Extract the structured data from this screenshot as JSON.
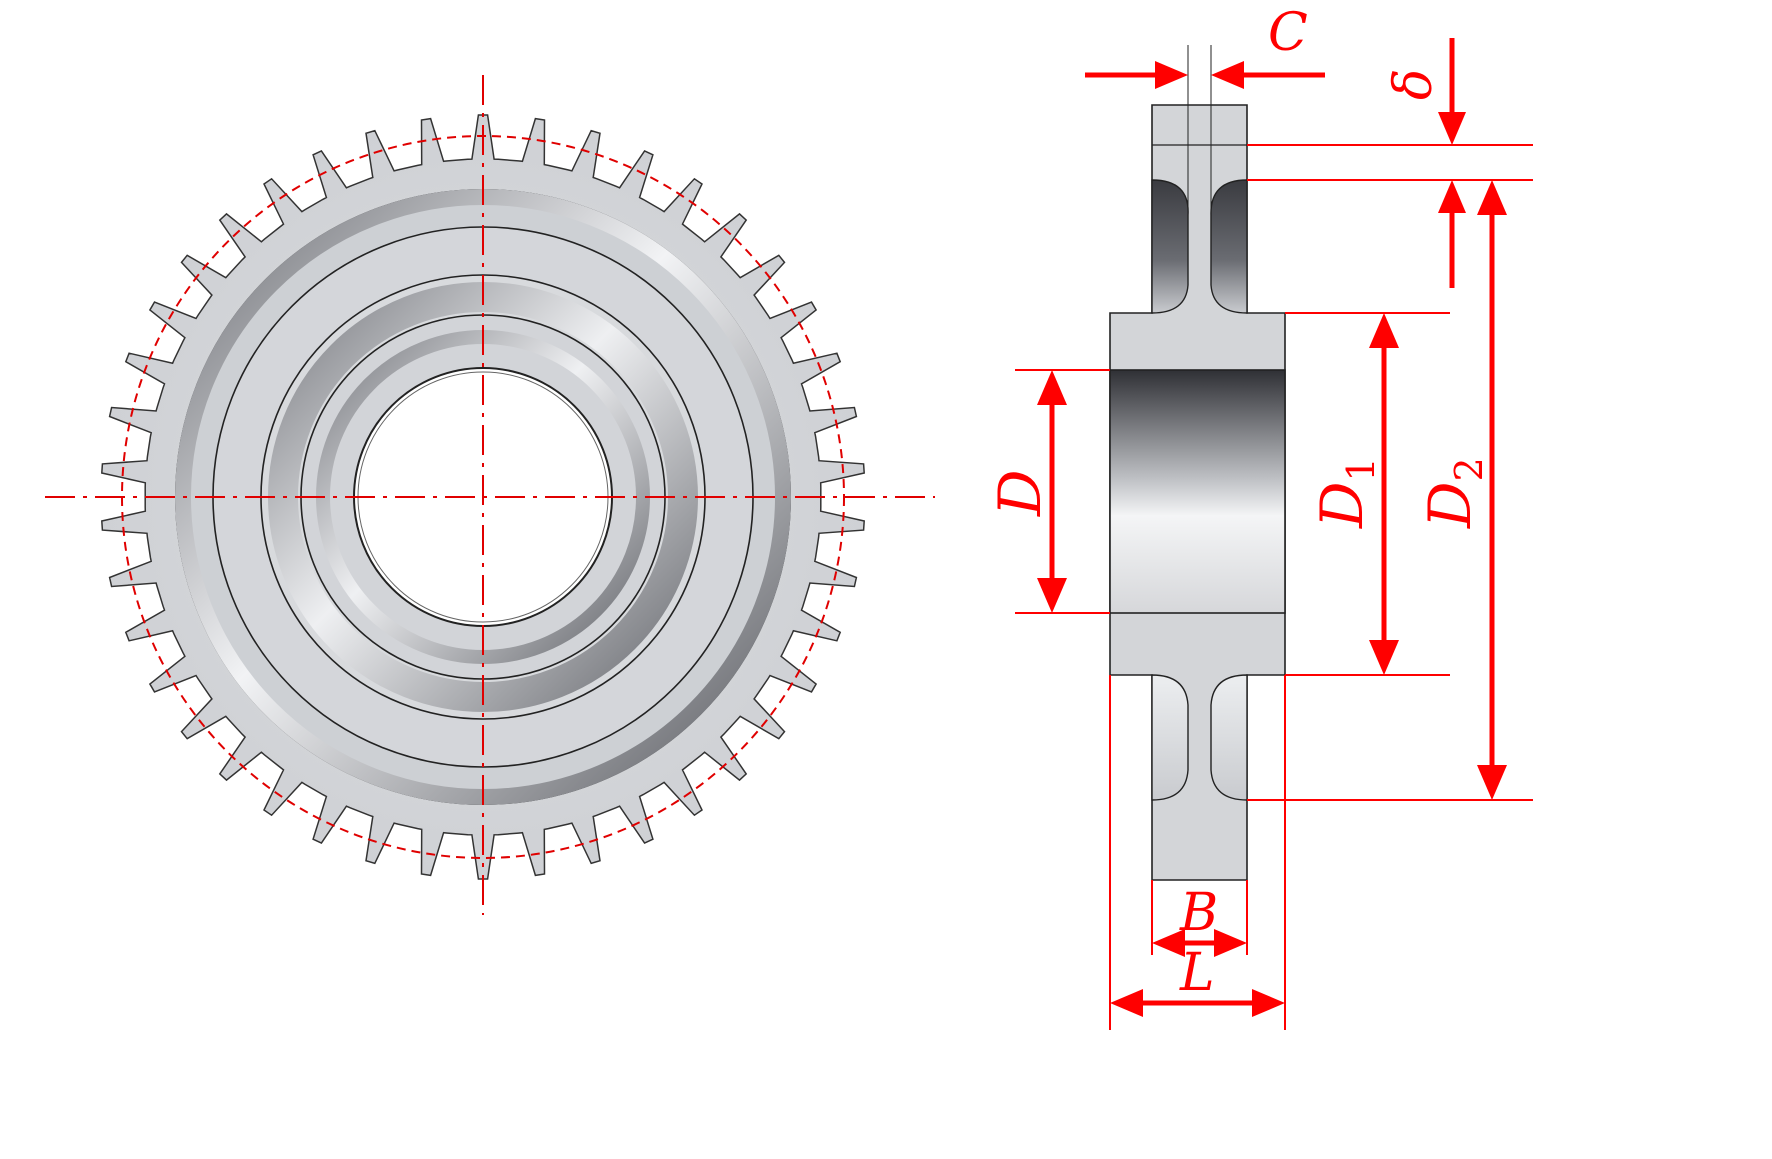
{
  "figure": {
    "front_view": {
      "tooth_count": 42,
      "colors": {
        "body": "#d3d5d8",
        "shade": "#4e5056",
        "outline": "#222222",
        "centerline": "#e00000"
      }
    },
    "side_view": {
      "labels": {
        "C": "C",
        "delta": "δ",
        "D": "D",
        "D1_main": "D",
        "D1_sub": "1",
        "D2_main": "D",
        "D2_sub": "2",
        "B": "B",
        "L": "L"
      },
      "colors": {
        "dimension": "#ff0000",
        "body": "#d3d5d8"
      }
    }
  }
}
